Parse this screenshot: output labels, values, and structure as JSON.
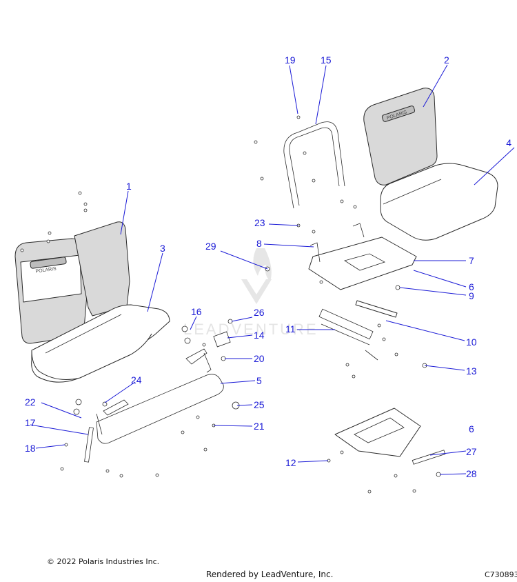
{
  "callouts": [
    "1",
    "2",
    "3",
    "4",
    "5",
    "6",
    "6",
    "7",
    "8",
    "9",
    "10",
    "11",
    "12",
    "13",
    "14",
    "15",
    "16",
    "17",
    "18",
    "19",
    "20",
    "21",
    "22",
    "23",
    "24",
    "25",
    "26",
    "27",
    "28",
    "29"
  ],
  "footer": {
    "copyright": "© 2022 Polaris Industries Inc.",
    "rendered_by": "Rendered by LeadVenture, Inc.",
    "drawing_id": "C730893"
  },
  "watermark": "LEADVENTURE",
  "brand_logo": "POLARIS",
  "colors": {
    "callout": "#1a1ad6",
    "line": "#2a2a2a",
    "seat_fill": "#d9d9d9"
  }
}
